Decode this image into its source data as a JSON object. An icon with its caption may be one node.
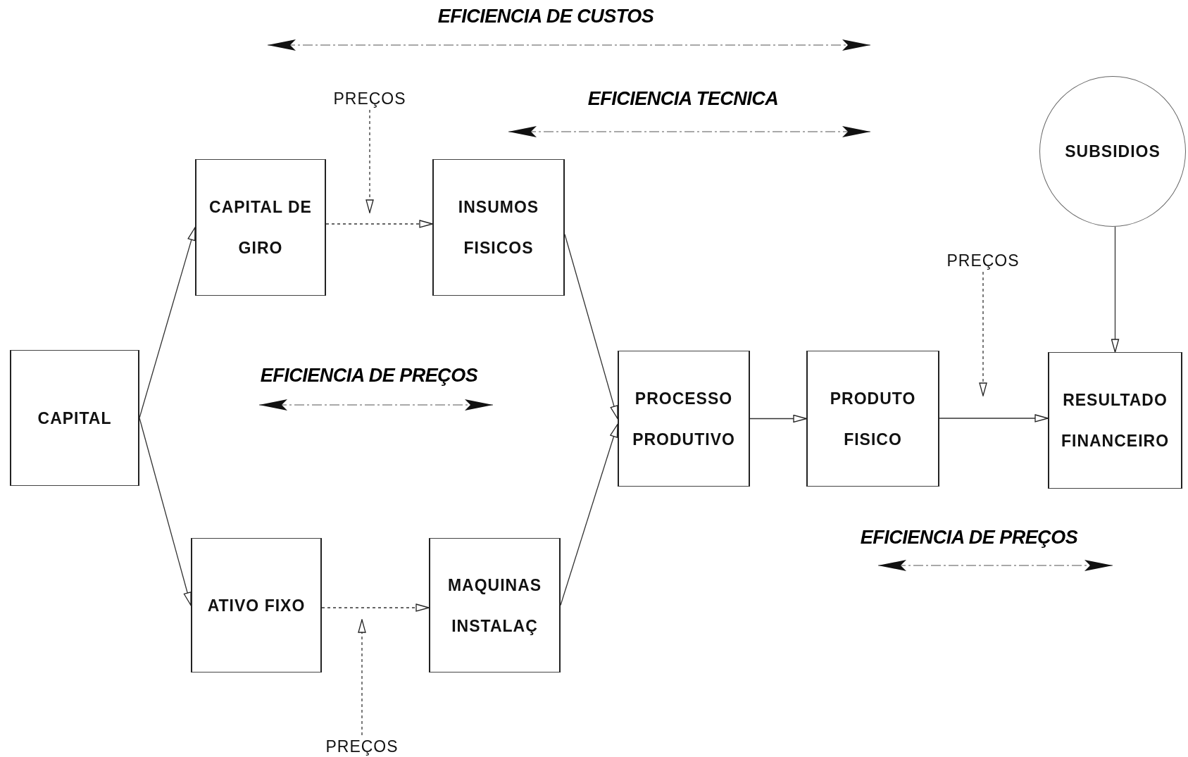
{
  "diagram": {
    "nodes": [
      {
        "text": [
          "CAPITAL"
        ]
      },
      {
        "text": [
          "CAPITAL DE GIRO"
        ]
      },
      {
        "text": [
          "INSUMOS FISICOS"
        ]
      },
      {
        "text": [
          "ATIVO FIXO"
        ]
      },
      {
        "text": [
          "MAQUINAS INSTALAÇ"
        ]
      },
      {
        "text": [
          "PROCESSO PRODUTIVO"
        ]
      },
      {
        "text": [
          "PRODUTO FISICO"
        ]
      },
      {
        "text": [
          "RESULTADO FINANCEIRO"
        ]
      },
      {
        "text": [
          "SUBSIDIOS"
        ]
      },
      {
        "text": [
          "PREÇOS"
        ]
      },
      {
        "text": [
          "PREÇOS"
        ]
      },
      {
        "text": [
          "PREÇOS"
        ]
      }
    ],
    "edges": [
      {
        "from": 0,
        "to": 1,
        "arrow": "to"
      },
      {
        "from": 0,
        "to": 3,
        "arrow": "to"
      },
      {
        "from": 1,
        "to": 2,
        "arrow": "to",
        "style": "dashed"
      },
      {
        "from": 3,
        "to": 4,
        "arrow": "to",
        "style": "dashed"
      },
      {
        "from": 2,
        "to": 5,
        "arrow": "to"
      },
      {
        "from": 4,
        "to": 5,
        "arrow": "to"
      },
      {
        "from": 5,
        "to": 6,
        "arrow": "to"
      },
      {
        "from": 6,
        "to": 7,
        "arrow": "to"
      },
      {
        "from": 8,
        "to": 7,
        "arrow": "to"
      },
      {
        "from": 9,
        "to": null,
        "arrow": "to",
        "style": "dashed"
      },
      {
        "from": 10,
        "to": null,
        "arrow": "to",
        "style": "dashed"
      },
      {
        "from": 11,
        "to": null,
        "arrow": "to",
        "style": "dashed"
      }
    ],
    "labels": [
      "EFICIENCIA DE CUSTOS",
      "EFICIENCIA TECNICA",
      "EFICIENCIA DE PREÇOS",
      "EFICIENCIA DE PREÇOS"
    ]
  }
}
